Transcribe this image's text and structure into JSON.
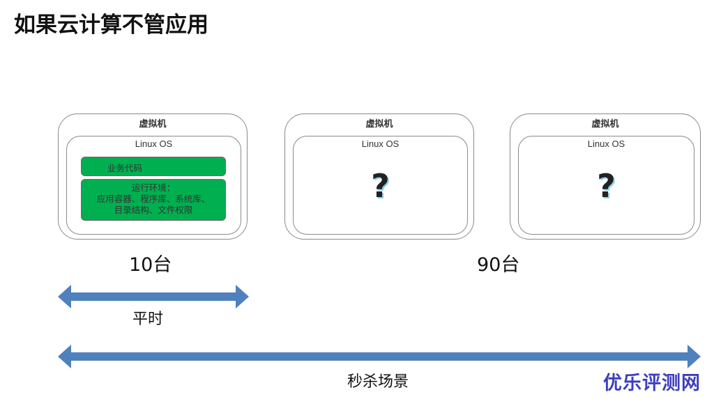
{
  "title": "如果云计算不管应用",
  "vms": [
    {
      "label": "虚拟机",
      "os": "Linux OS",
      "business": "业务代码",
      "runtime": [
        "运行环境：",
        "应用容器、程序库、系统库、",
        "目录结构、文件权限"
      ]
    },
    {
      "label": "虚拟机",
      "os": "Linux OS",
      "unknown": "?"
    },
    {
      "label": "虚拟机",
      "os": "Linux OS",
      "unknown": "?"
    }
  ],
  "counts": {
    "normal": "10台",
    "peak": "90台"
  },
  "arrows": {
    "normal": "平时",
    "peak": "秒杀场景"
  },
  "colors": {
    "arrow": "#4f81bd",
    "green": "#00b050"
  },
  "watermark": "优乐评测网"
}
